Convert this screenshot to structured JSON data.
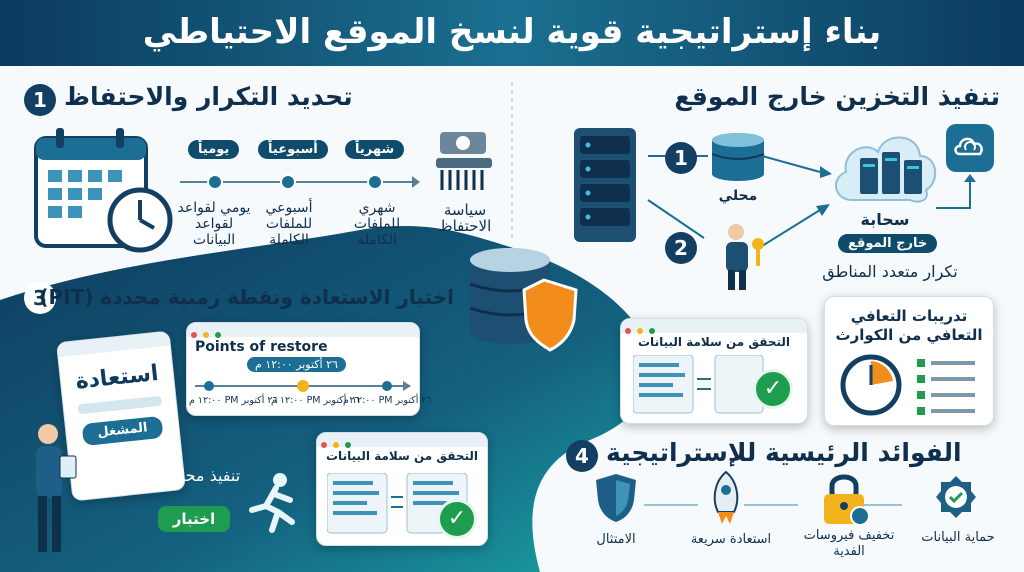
{
  "title": "بناء إستراتيجية قوية لنسخ الموقع الاحتياطي",
  "section1": {
    "number": "1",
    "title": "تحديد التكرار والاحتفاظ",
    "frequencies": [
      {
        "pill": "شهرياً",
        "label": "شهري\nللملفات\nالكاملة"
      },
      {
        "pill": "أسبوعياً",
        "label": "أسبوعي\nللملفات\nالكاملة"
      },
      {
        "pill": "يومياً",
        "label": "يومي لقواعد\nلقواعد\nالبيانات"
      }
    ],
    "policy_label": "سياسة\nالاحتفاظ",
    "icons": {
      "calendar": "calendar-clock-icon",
      "policy": "retention-policy-icon"
    }
  },
  "section2": {
    "title": "تنفيذ التخزين خارج الموقع",
    "step1": "1",
    "step2": "2",
    "local_label": "محلي",
    "cloud_label": "سحابة",
    "offsite_pill": "خارج الموقع",
    "multi_region": "تكرار متعدد المناطق"
  },
  "section3": {
    "number": "3",
    "title": "اختبار الاستعادة ونقطة زمنية محددة (PIT)",
    "restore_word": "استعادة",
    "restore_button": "المشغل",
    "restore_card_title": "Points of restore",
    "selected_point": "٢٦ أكتوبر ١٢:٠٠ م",
    "timeline_labels": [
      "٢٦ أكتوبر PM ١٢:٠٠ م",
      "٢٦ أكتوبر PM ١٢:٠٠ م",
      "٢٦ أكتوبر PM ١٢:٠٠ م"
    ],
    "integrity_title": "التحقق من سلامة البيانات",
    "simulation_label": "تنفيذ محاكاة",
    "test_button": "اختبار"
  },
  "middle": {
    "integrity_title": "التحقق من سلامة البيانات",
    "dr_title": "تدريبات التعافي\nالتعافي من الكوارث"
  },
  "section4": {
    "number": "4",
    "title": "الفوائد الرئيسية للإستراتيجية",
    "benefits": [
      {
        "label": "حماية البيانات",
        "icon": "badge-check-icon"
      },
      {
        "label": "تخفيف فيروسات\nالفدية",
        "icon": "padlock-icon"
      },
      {
        "label": "استعادة سريعة",
        "icon": "rocket-icon"
      },
      {
        "label": "الامتثال",
        "icon": "shield-icon"
      }
    ]
  },
  "colors": {
    "navy": "#0b3b5e",
    "teal": "#1b6f90",
    "green": "#1f9c50",
    "orange": "#f28c1a"
  }
}
